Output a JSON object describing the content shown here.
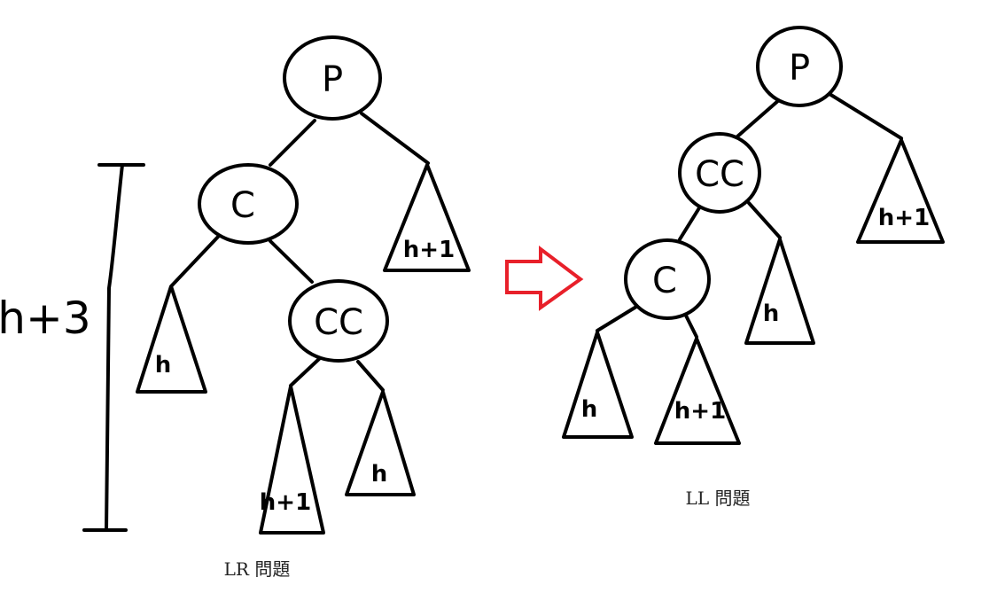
{
  "colors": {
    "ink": "#000000",
    "arrow": "#e8202a",
    "background": "#ffffff"
  },
  "left_tree": {
    "caption": "LR 問題",
    "height_label": "h+3",
    "nodes": {
      "p": "P",
      "c": "C",
      "cc": "CC"
    },
    "subtrees": {
      "c_left": "h",
      "cc_left": "h+1",
      "cc_right": "h",
      "p_right": "h+1"
    }
  },
  "right_tree": {
    "caption": "LL 問題",
    "nodes": {
      "p": "P",
      "cc": "CC",
      "c": "C"
    },
    "subtrees": {
      "c_left": "h",
      "c_right": "h+1",
      "cc_right": "h",
      "p_right": "h+1"
    }
  },
  "arrow": {
    "direction": "right",
    "icon": "hollow-arrow-icon"
  }
}
